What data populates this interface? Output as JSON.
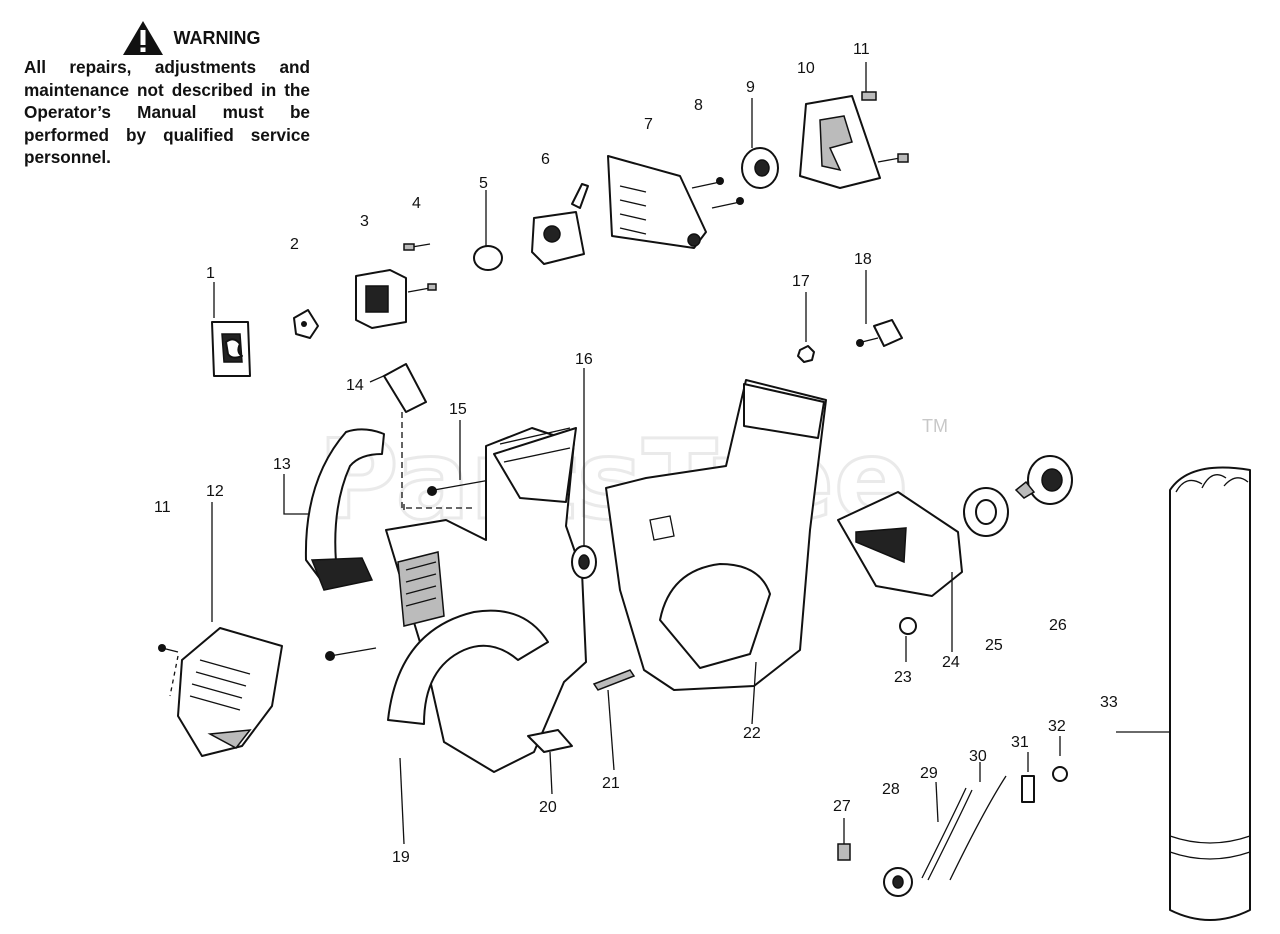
{
  "warning": {
    "heading": "WARNING",
    "text": "All repairs, adjustments and maintenance not described in the Operator’s Manual must be performed by qualified service personnel."
  },
  "watermark": {
    "text": "PartsTree",
    "trademark": "TM"
  },
  "callouts": [
    "1",
    "2",
    "3",
    "4",
    "5",
    "6",
    "7",
    "8",
    "9",
    "10",
    "11",
    "11",
    "12",
    "13",
    "14",
    "15",
    "16",
    "17",
    "18",
    "19",
    "20",
    "21",
    "22",
    "23",
    "24",
    "25",
    "26",
    "27",
    "28",
    "29",
    "30",
    "31",
    "32",
    "33"
  ],
  "icons": {
    "warning": "warning-triangle-icon"
  }
}
